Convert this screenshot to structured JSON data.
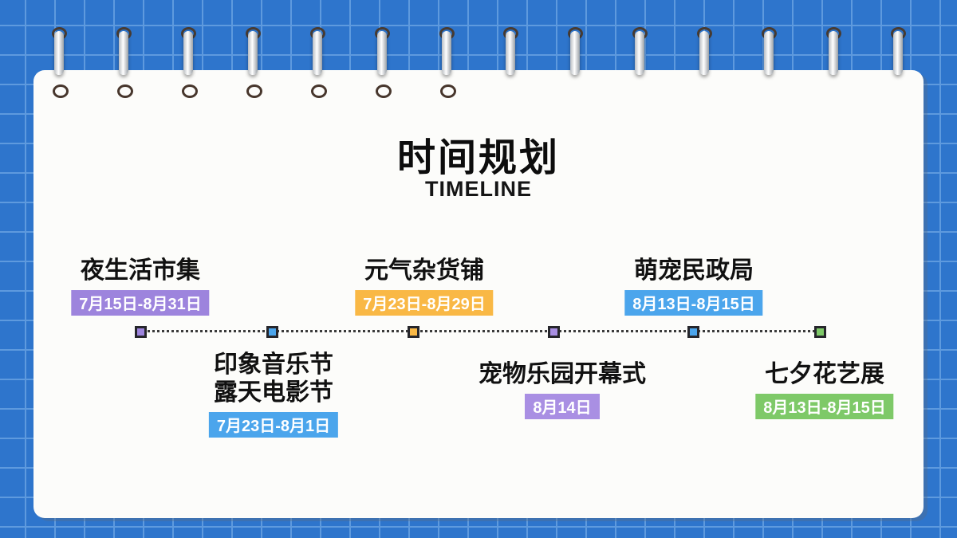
{
  "slide": {
    "title": "时间规划",
    "subtitle": "TIMELINE"
  },
  "colors": {
    "background_blue": "#2e75cc",
    "grid_line": "#5e9ade",
    "paper_white": "#fcfcfa",
    "timeline_line": "#3a3a3a"
  },
  "timeline": {
    "events_above": [
      {
        "name": "夜生活市集",
        "date": "7月15日-8月31日",
        "color": "#9d84dd"
      },
      {
        "name": "元气杂货铺",
        "date": "7月23日-8月29日",
        "color": "#f9b845"
      },
      {
        "name": "萌宠民政局",
        "date": "8月13日-8月15日",
        "color": "#4ba5ec"
      }
    ],
    "events_below": [
      {
        "name": "印象音乐节",
        "name2": "露天电影节",
        "date": "7月23日-8月1日",
        "color": "#4ba5ec"
      },
      {
        "name": "宠物乐园开幕式",
        "date": "8月14日",
        "color": "#a98fe3"
      },
      {
        "name": "七夕花艺展",
        "date": "8月13日-8月15日",
        "color": "#7ec968"
      }
    ],
    "markers": [
      {
        "color": "#9d84dd"
      },
      {
        "color": "#4ba5ec"
      },
      {
        "color": "#f9b845"
      },
      {
        "color": "#a98fe3"
      },
      {
        "color": "#4ba5ec"
      },
      {
        "color": "#7ec968"
      }
    ]
  }
}
